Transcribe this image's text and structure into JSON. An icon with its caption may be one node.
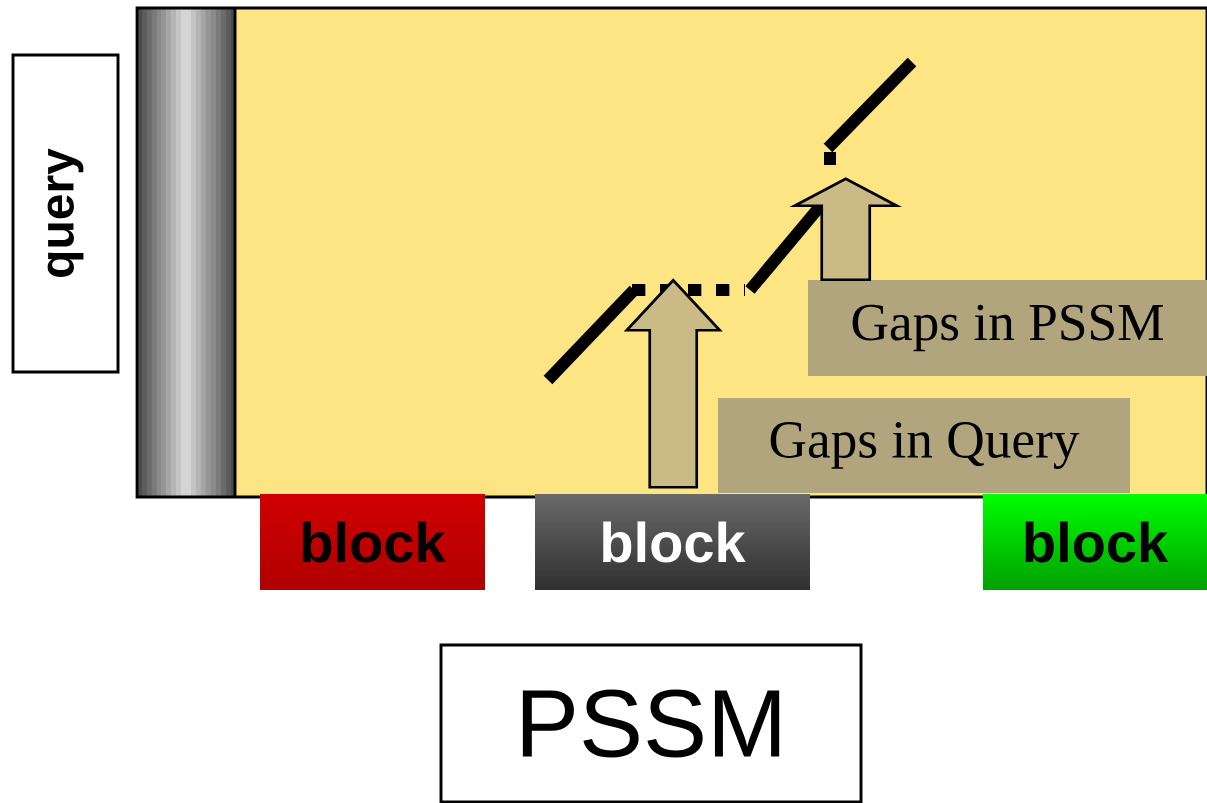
{
  "diagram": {
    "nodes": [
      {
        "text": [
          "query"
        ]
      },
      {
        "text": [
          "Gaps in PSSM"
        ]
      },
      {
        "text": [
          "Gaps in Query"
        ]
      },
      {
        "text": [
          "block"
        ]
      },
      {
        "text": [
          "block"
        ]
      },
      {
        "text": [
          "block"
        ]
      },
      {
        "text": [
          "PSSM"
        ]
      }
    ],
    "edges": [
      {
        "from": 2,
        "to": null,
        "arrow": "to"
      },
      {
        "from": 1,
        "to": null,
        "arrow": "to"
      }
    ]
  }
}
